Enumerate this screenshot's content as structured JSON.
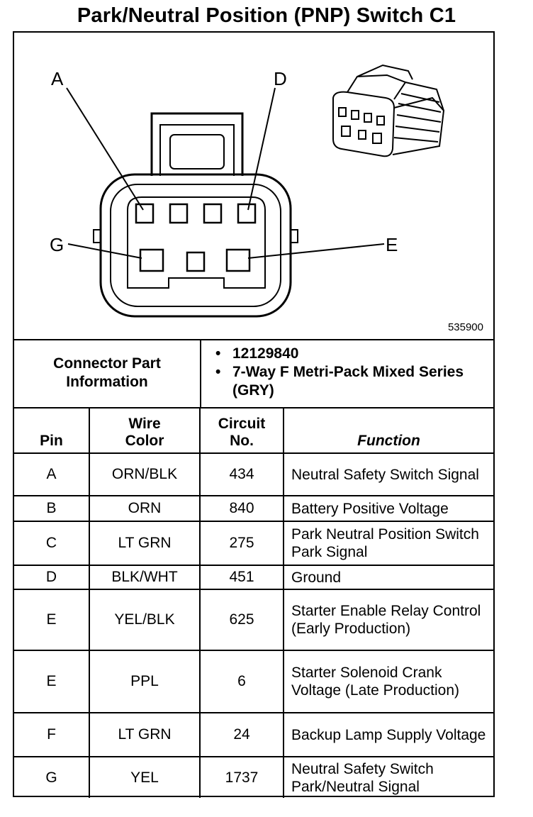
{
  "title": "Park/Neutral Position (PNP) Switch C1",
  "figure": {
    "number": "535900",
    "callouts": {
      "a": "A",
      "d": "D",
      "g": "G",
      "e": "E"
    }
  },
  "connector_info": {
    "label_line1": "Connector Part",
    "label_line2": "Information",
    "items": [
      "12129840",
      "7-Way F Metri-Pack Mixed Series (GRY)"
    ]
  },
  "table": {
    "headers": {
      "pin": "Pin",
      "wire_color_line1": "Wire",
      "wire_color_line2": "Color",
      "circuit_line1": "Circuit",
      "circuit_line2": "No.",
      "function": "Function"
    },
    "rows": [
      {
        "pin": "A",
        "wire_color": "ORN/BLK",
        "circuit": "434",
        "function": "Neutral Safety Switch Signal"
      },
      {
        "pin": "B",
        "wire_color": "ORN",
        "circuit": "840",
        "function": "Battery Positive Voltage"
      },
      {
        "pin": "C",
        "wire_color": "LT GRN",
        "circuit": "275",
        "function": "Park Neutral Position Switch Park Signal"
      },
      {
        "pin": "D",
        "wire_color": "BLK/WHT",
        "circuit": "451",
        "function": "Ground"
      },
      {
        "pin": "E",
        "wire_color": "YEL/BLK",
        "circuit": "625",
        "function": "Starter Enable Relay Control (Early Production)"
      },
      {
        "pin": "E",
        "wire_color": "PPL",
        "circuit": "6",
        "function": "Starter Solenoid Crank Voltage (Late Production)"
      },
      {
        "pin": "F",
        "wire_color": "LT GRN",
        "circuit": "24",
        "function": "Backup Lamp Supply Voltage"
      },
      {
        "pin": "G",
        "wire_color": "YEL",
        "circuit": "1737",
        "function": "Neutral Safety Switch Park/Neutral Signal"
      }
    ]
  }
}
